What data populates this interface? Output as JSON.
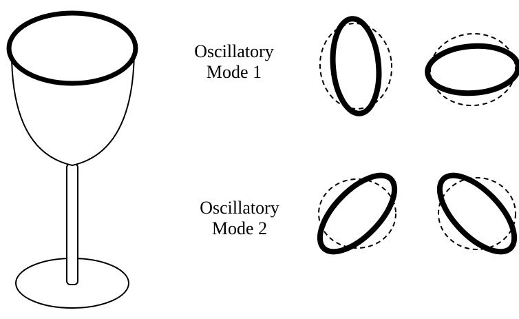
{
  "labels": {
    "mode_1": {
      "line1": "Oscillatory",
      "line2": "Mode 1"
    },
    "mode_2": {
      "line1": "Oscillatory",
      "line2": "Mode 2"
    }
  },
  "colors": {
    "ink": "#000000",
    "background": "#ffffff"
  }
}
